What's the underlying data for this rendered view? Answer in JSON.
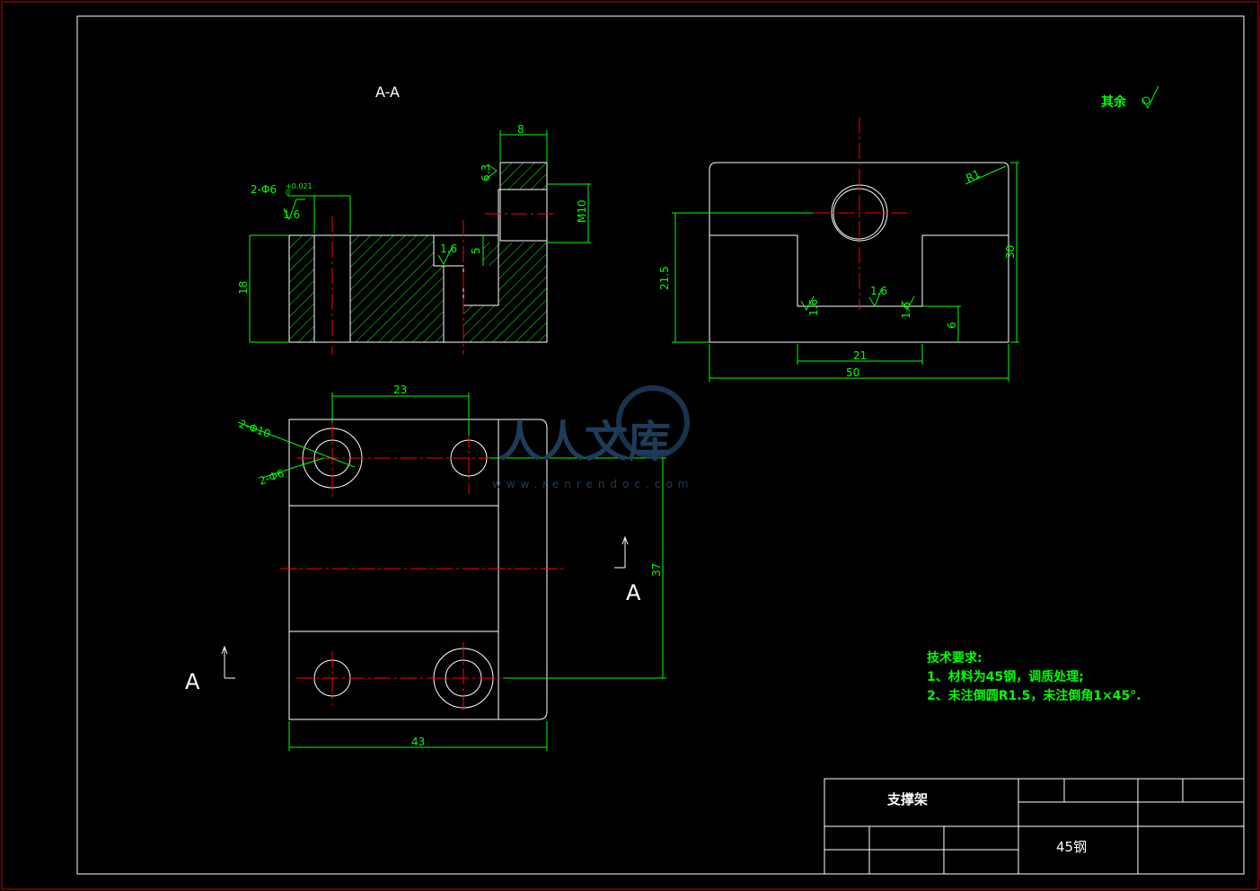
{
  "colors": {
    "background": "#000000",
    "outline": "#ffffff",
    "dimension": "#00ff00",
    "centerline": "#ff0000",
    "frame": "#cc0000",
    "watermark": "#1e3c5a"
  },
  "section_title": "A-A",
  "view_marks": {
    "section_a_left": "A",
    "section_a_right": "A"
  },
  "surface_rest": "其余",
  "dimensions": {
    "width_8": "8",
    "roughness_6_3": "6.3",
    "hole_2_phi6": "2-Φ6",
    "tol_upper": "+0.021",
    "tol_lower": "0",
    "ra_1_6_a": "1.6",
    "ra_1_6_b": "1.6",
    "height_18": "18",
    "depth_5": "5",
    "thread_m10": "M10",
    "height_21_5": "21.5",
    "radius_r1": "R1",
    "height_30": "30",
    "ra_1_6_c": "1.6",
    "ra_1_6_d": "1.6",
    "ra_1_6_e": "1.6",
    "height_6": "6",
    "width_21": "21",
    "width_50": "50",
    "dist_23": "23",
    "hole_2_phi10": "2-Φ10",
    "hole_2_phi6_top": "2-Φ6",
    "dist_37": "37",
    "width_43": "43"
  },
  "tech_notes": {
    "title": "技术要求:",
    "line1": "1、材料为45钢，调质处理;",
    "line2": "2、未注倒圆R1.5，未注倒角1×45°."
  },
  "title_block": {
    "part_name": "支撑架",
    "material": "45钢"
  },
  "watermark": {
    "text": "人人文库",
    "url": "www.renrendoc.com"
  }
}
